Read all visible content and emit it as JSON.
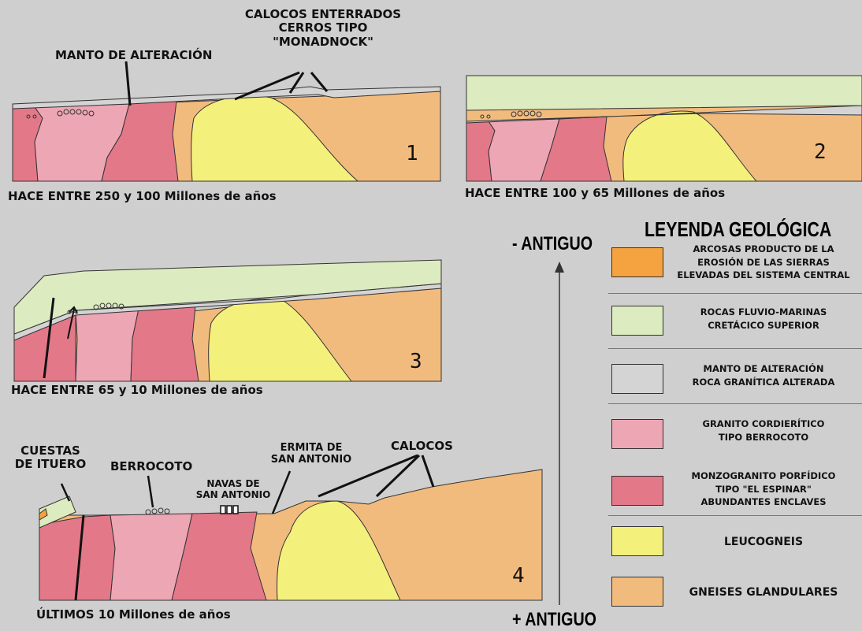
{
  "panels": [
    {
      "number": "1",
      "caption": "HACE ENTRE 250 y 100 Millones de años"
    },
    {
      "number": "2",
      "caption": "HACE ENTRE 100 y 65 Millones de años"
    },
    {
      "number": "3",
      "caption": "HACE ENTRE 65 y 10 Millones de años"
    },
    {
      "number": "4",
      "caption": "ÚLTIMOS 10 Millones de años"
    }
  ],
  "annotations": {
    "manto": "MANTO DE ALTERACIÓN",
    "calocos_enterrados_1": "CALOCOS ENTERRADOS",
    "calocos_enterrados_2": "CERROS TIPO",
    "calocos_enterrados_3": "\"MONADNOCK\"",
    "cuestas_1": "CUESTAS",
    "cuestas_2": "DE ITUERO",
    "berrocoto": "BERROCOTO",
    "navas_1": "NAVAS DE",
    "navas_2": "SAN ANTONIO",
    "ermita_1": "ERMITA DE",
    "ermita_2": "SAN ANTONIO",
    "calocos": "CALOCOS"
  },
  "axis": {
    "top": "- ANTIGUO",
    "bottom": "+ ANTIGUO"
  },
  "legend": {
    "title": "LEYENDA GEOLÓGICA",
    "items": [
      {
        "lines": [
          "ARCOSAS PRODUCTO DE LA",
          "EROSIÓN DE LAS SIERRAS",
          "ELEVADAS DEL SISTEMA CENTRAL"
        ],
        "color": "#f4a340"
      },
      {
        "lines": [
          "ROCAS FLUVIO-MARINAS",
          "CRETÁCICO SUPERIOR"
        ],
        "color": "#dcebc0"
      },
      {
        "lines": [
          "MANTO DE ALTERACIÓN",
          "ROCA GRANÍTICA ALTERADA"
        ],
        "color": "#d4d4d4"
      },
      {
        "lines": [
          "GRANITO CORDIERÍTICO",
          "TIPO BERROCOTO"
        ],
        "color": "#eda6b4"
      },
      {
        "lines": [
          "MONZOGRANITO PORFÍDICO",
          "TIPO \"EL ESPINAR\"",
          "ABUNDANTES ENCLAVES"
        ],
        "color": "#e37889"
      },
      {
        "lines": [
          "LEUCOGNEIS"
        ],
        "color": "#f3f07c"
      },
      {
        "lines": [
          "GNEISES GLANDULARES"
        ],
        "color": "#f2bb7e"
      }
    ]
  }
}
